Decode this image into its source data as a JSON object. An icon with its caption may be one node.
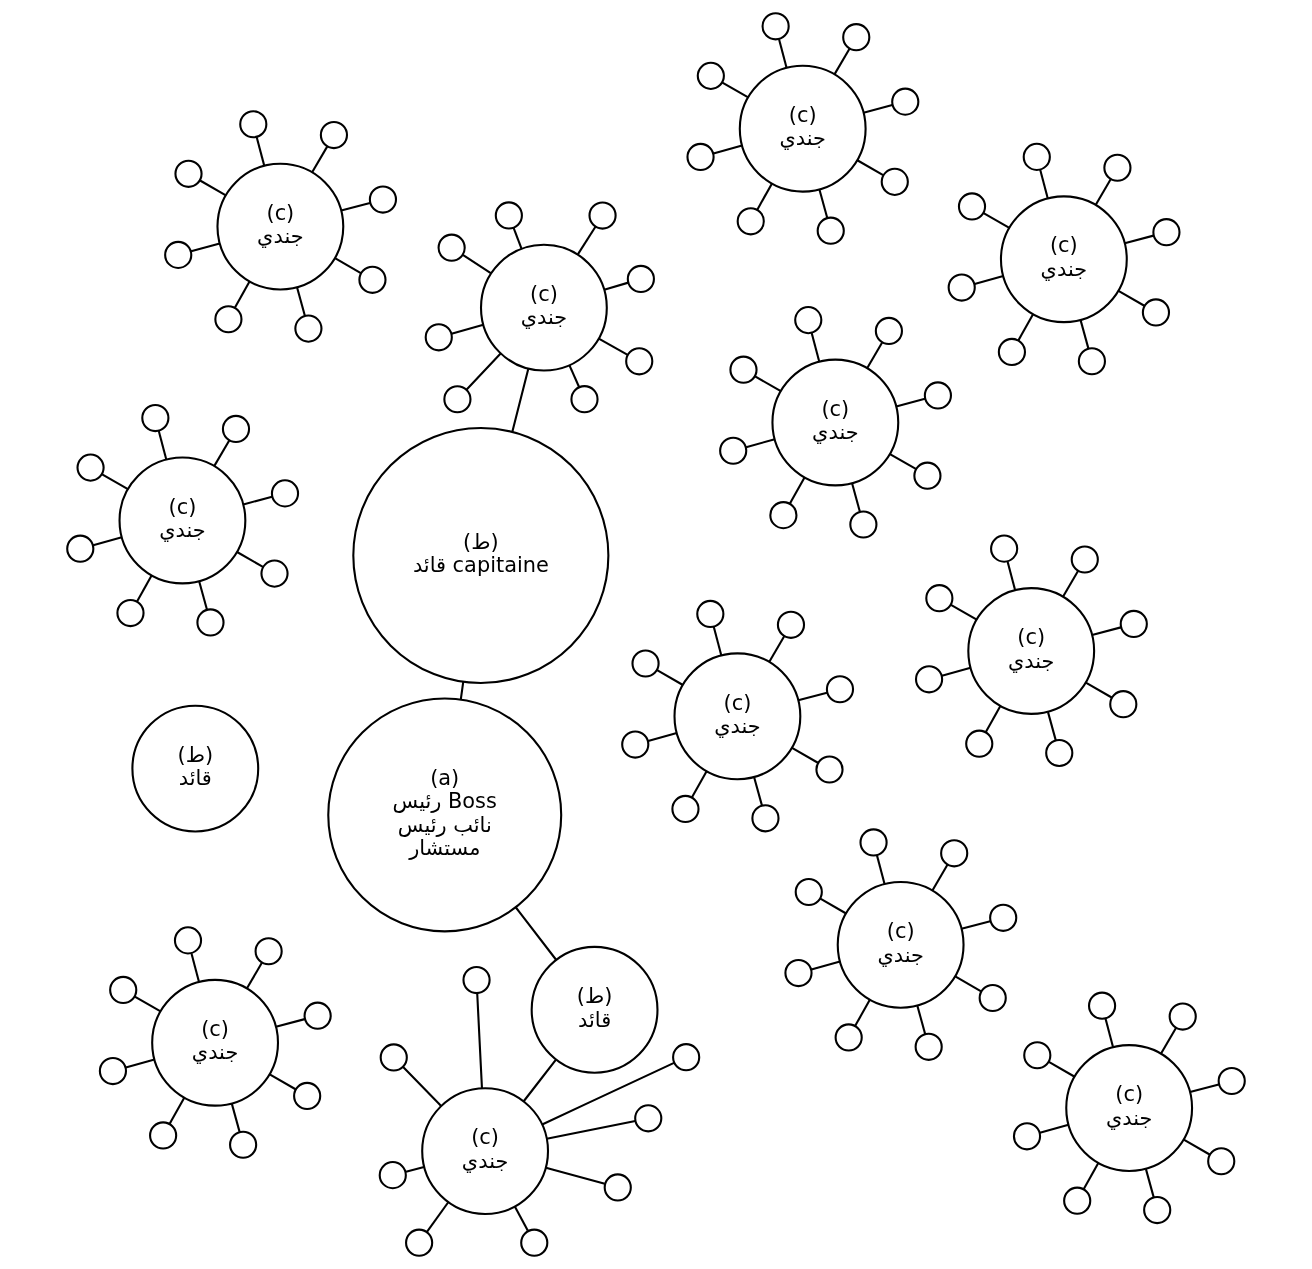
{
  "diagram": {
    "nodes": [
      {
        "text": [
          "(a)",
          "رئيس Boss",
          "نائب رئيس",
          "مستشار"
        ]
      },
      {
        "text": [
          "(ط)",
          "قائد"
        ]
      },
      {
        "text": [
          "(ط)",
          "قائد"
        ]
      },
      {
        "text": [
          "(ط)",
          "قائد capitaine"
        ]
      },
      {
        "text": [
          "(c)",
          "جندي"
        ]
      },
      {
        "text": [
          "(c)",
          "جندي"
        ]
      },
      {
        "text": [
          "(c)",
          "جندي"
        ]
      },
      {
        "text": [
          "(c)",
          "جندي"
        ]
      },
      {
        "text": [
          "(c)",
          "جندي"
        ]
      },
      {
        "text": [
          "(c)",
          "جندي"
        ]
      },
      {
        "text": [
          "(c)",
          "جندي"
        ]
      },
      {
        "text": [
          "(c)",
          "جندي"
        ]
      },
      {
        "text": [
          "(c)",
          "جندي"
        ]
      },
      {
        "text": [
          "(c)",
          "جندي"
        ]
      },
      {
        "text": [
          "(c)",
          "جندي"
        ]
      },
      {
        "text": [
          "(c)",
          "جندي"
        ]
      },
      {
        "text": [],
        "shape": "circle"
      },
      {
        "text": [],
        "shape": "circle"
      },
      {
        "text": [],
        "shape": "circle"
      },
      {
        "text": [],
        "shape": "circle"
      },
      {
        "text": [],
        "shape": "circle"
      },
      {
        "text": [],
        "shape": "circle"
      },
      {
        "text": [],
        "shape": "circle"
      },
      {
        "text": [],
        "shape": "circle"
      },
      {
        "text": [],
        "shape": "circle"
      },
      {
        "text": [],
        "shape": "circle"
      },
      {
        "text": [],
        "shape": "circle"
      },
      {
        "text": [],
        "shape": "circle"
      },
      {
        "text": [],
        "shape": "circle"
      },
      {
        "text": [],
        "shape": "circle"
      },
      {
        "text": [],
        "shape": "circle"
      },
      {
        "text": [],
        "shape": "circle"
      },
      {
        "text": [],
        "shape": "circle"
      },
      {
        "text": [],
        "shape": "circle"
      },
      {
        "text": [],
        "shape": "circle"
      },
      {
        "text": [],
        "shape": "circle"
      },
      {
        "text": [],
        "shape": "circle"
      },
      {
        "text": [],
        "shape": "circle"
      },
      {
        "text": [],
        "shape": "circle"
      },
      {
        "text": [],
        "shape": "circle"
      },
      {
        "text": [],
        "shape": "circle"
      },
      {
        "text": [],
        "shape": "circle"
      },
      {
        "text": [],
        "shape": "circle"
      },
      {
        "text": [],
        "shape": "circle"
      },
      {
        "text": [],
        "shape": "circle"
      },
      {
        "text": [],
        "shape": "circle"
      },
      {
        "text": [],
        "shape": "circle"
      },
      {
        "text": [],
        "shape": "circle"
      },
      {
        "text": [],
        "shape": "circle"
      },
      {
        "text": [],
        "shape": "circle"
      },
      {
        "text": [],
        "shape": "circle"
      },
      {
        "text": [],
        "shape": "circle"
      },
      {
        "text": [],
        "shape": "circle"
      },
      {
        "text": [],
        "shape": "circle"
      },
      {
        "text": [],
        "shape": "circle"
      },
      {
        "text": [],
        "shape": "circle"
      },
      {
        "text": [],
        "shape": "circle"
      },
      {
        "text": [],
        "shape": "circle"
      },
      {
        "text": [],
        "shape": "circle"
      },
      {
        "text": [],
        "shape": "circle"
      },
      {
        "text": [],
        "shape": "circle"
      },
      {
        "text": [],
        "shape": "circle"
      },
      {
        "text": [],
        "shape": "circle"
      },
      {
        "text": [],
        "shape": "circle"
      },
      {
        "text": [],
        "shape": "circle"
      },
      {
        "text": [],
        "shape": "circle"
      },
      {
        "text": [],
        "shape": "circle"
      },
      {
        "text": [],
        "shape": "circle"
      },
      {
        "text": [],
        "shape": "circle"
      },
      {
        "text": [],
        "shape": "circle"
      },
      {
        "text": [],
        "shape": "circle"
      },
      {
        "text": [],
        "shape": "circle"
      },
      {
        "text": [],
        "shape": "circle"
      },
      {
        "text": [],
        "shape": "circle"
      },
      {
        "text": [],
        "shape": "circle"
      },
      {
        "text": [],
        "shape": "circle"
      },
      {
        "text": [],
        "shape": "circle"
      },
      {
        "text": [],
        "shape": "circle"
      },
      {
        "text": [],
        "shape": "circle"
      },
      {
        "text": [],
        "shape": "circle"
      },
      {
        "text": [],
        "shape": "circle"
      },
      {
        "text": [],
        "shape": "circle"
      },
      {
        "text": [],
        "shape": "circle"
      },
      {
        "text": [],
        "shape": "circle"
      },
      {
        "text": [],
        "shape": "circle"
      },
      {
        "text": [],
        "shape": "circle"
      },
      {
        "text": [],
        "shape": "circle"
      },
      {
        "text": [],
        "shape": "circle"
      },
      {
        "text": [],
        "shape": "circle"
      },
      {
        "text": [],
        "shape": "circle"
      },
      {
        "text": [],
        "shape": "circle"
      },
      {
        "text": [],
        "shape": "circle"
      },
      {
        "text": [],
        "shape": "circle"
      },
      {
        "text": [],
        "shape": "circle"
      },
      {
        "text": [],
        "shape": "circle"
      },
      {
        "text": [],
        "shape": "circle"
      },
      {
        "text": [],
        "shape": "circle"
      },
      {
        "text": [],
        "shape": "circle"
      },
      {
        "text": [],
        "shape": "circle"
      },
      {
        "text": [],
        "shape": "circle"
      },
      {
        "text": [],
        "shape": "circle"
      },
      {
        "text": [],
        "shape": "circle"
      },
      {
        "text": [],
        "shape": "circle"
      },
      {
        "text": [],
        "shape": "circle"
      },
      {
        "text": [],
        "shape": "circle"
      },
      {
        "text": [],
        "shape": "circle"
      },
      {
        "text": [],
        "shape": "circle"
      },
      {
        "text": [],
        "shape": "circle"
      },
      {
        "text": [],
        "shape": "circle"
      },
      {
        "text": [],
        "shape": "circle"
      },
      {
        "text": [],
        "shape": "circle"
      },
      {
        "text": [],
        "shape": "circle"
      }
    ],
    "edges": [
      {
        "from": 0,
        "to": 2,
        "arrow": "none"
      },
      {
        "from": 0,
        "to": 3,
        "arrow": "none"
      },
      {
        "from": 3,
        "to": 12,
        "arrow": "none"
      },
      {
        "from": 2,
        "to": 7,
        "arrow": "none"
      },
      {
        "from": 4,
        "to": 16,
        "arrow": "none"
      },
      {
        "from": 4,
        "to": 17,
        "arrow": "none"
      },
      {
        "from": 4,
        "to": 18,
        "arrow": "none"
      },
      {
        "from": 4,
        "to": 19,
        "arrow": "none"
      },
      {
        "from": 4,
        "to": 20,
        "arrow": "none"
      },
      {
        "from": 4,
        "to": 21,
        "arrow": "none"
      },
      {
        "from": 4,
        "to": 22,
        "arrow": "none"
      },
      {
        "from": 4,
        "to": 23,
        "arrow": "none"
      },
      {
        "from": 5,
        "to": 24,
        "arrow": "none"
      },
      {
        "from": 5,
        "to": 25,
        "arrow": "none"
      },
      {
        "from": 5,
        "to": 26,
        "arrow": "none"
      },
      {
        "from": 5,
        "to": 27,
        "arrow": "none"
      },
      {
        "from": 5,
        "to": 28,
        "arrow": "none"
      },
      {
        "from": 5,
        "to": 29,
        "arrow": "none"
      },
      {
        "from": 5,
        "to": 30,
        "arrow": "none"
      },
      {
        "from": 5,
        "to": 31,
        "arrow": "none"
      },
      {
        "from": 6,
        "to": 32,
        "arrow": "none"
      },
      {
        "from": 6,
        "to": 33,
        "arrow": "none"
      },
      {
        "from": 6,
        "to": 34,
        "arrow": "none"
      },
      {
        "from": 6,
        "to": 35,
        "arrow": "none"
      },
      {
        "from": 6,
        "to": 36,
        "arrow": "none"
      },
      {
        "from": 6,
        "to": 37,
        "arrow": "none"
      },
      {
        "from": 6,
        "to": 38,
        "arrow": "none"
      },
      {
        "from": 6,
        "to": 39,
        "arrow": "none"
      },
      {
        "from": 7,
        "to": 40,
        "arrow": "none"
      },
      {
        "from": 7,
        "to": 41,
        "arrow": "none"
      },
      {
        "from": 7,
        "to": 42,
        "arrow": "none"
      },
      {
        "from": 7,
        "to": 43,
        "arrow": "none"
      },
      {
        "from": 7,
        "to": 44,
        "arrow": "none"
      },
      {
        "from": 7,
        "to": 45,
        "arrow": "none"
      },
      {
        "from": 7,
        "to": 46,
        "arrow": "none"
      },
      {
        "from": 7,
        "to": 47,
        "arrow": "none"
      },
      {
        "from": 8,
        "to": 48,
        "arrow": "none"
      },
      {
        "from": 8,
        "to": 49,
        "arrow": "none"
      },
      {
        "from": 8,
        "to": 50,
        "arrow": "none"
      },
      {
        "from": 8,
        "to": 51,
        "arrow": "none"
      },
      {
        "from": 8,
        "to": 52,
        "arrow": "none"
      },
      {
        "from": 8,
        "to": 53,
        "arrow": "none"
      },
      {
        "from": 8,
        "to": 54,
        "arrow": "none"
      },
      {
        "from": 8,
        "to": 55,
        "arrow": "none"
      },
      {
        "from": 9,
        "to": 56,
        "arrow": "none"
      },
      {
        "from": 9,
        "to": 57,
        "arrow": "none"
      },
      {
        "from": 9,
        "to": 58,
        "arrow": "none"
      },
      {
        "from": 9,
        "to": 59,
        "arrow": "none"
      },
      {
        "from": 9,
        "to": 60,
        "arrow": "none"
      },
      {
        "from": 9,
        "to": 61,
        "arrow": "none"
      },
      {
        "from": 9,
        "to": 62,
        "arrow": "none"
      },
      {
        "from": 9,
        "to": 63,
        "arrow": "none"
      },
      {
        "from": 10,
        "to": 64,
        "arrow": "none"
      },
      {
        "from": 10,
        "to": 65,
        "arrow": "none"
      },
      {
        "from": 10,
        "to": 66,
        "arrow": "none"
      },
      {
        "from": 10,
        "to": 67,
        "arrow": "none"
      },
      {
        "from": 10,
        "to": 68,
        "arrow": "none"
      },
      {
        "from": 10,
        "to": 69,
        "arrow": "none"
      },
      {
        "from": 10,
        "to": 70,
        "arrow": "none"
      },
      {
        "from": 10,
        "to": 71,
        "arrow": "none"
      },
      {
        "from": 11,
        "to": 72,
        "arrow": "none"
      },
      {
        "from": 11,
        "to": 73,
        "arrow": "none"
      },
      {
        "from": 11,
        "to": 74,
        "arrow": "none"
      },
      {
        "from": 11,
        "to": 75,
        "arrow": "none"
      },
      {
        "from": 11,
        "to": 76,
        "arrow": "none"
      },
      {
        "from": 11,
        "to": 77,
        "arrow": "none"
      },
      {
        "from": 11,
        "to": 78,
        "arrow": "none"
      },
      {
        "from": 11,
        "to": 79,
        "arrow": "none"
      },
      {
        "from": 12,
        "to": 80,
        "arrow": "none"
      },
      {
        "from": 12,
        "to": 81,
        "arrow": "none"
      },
      {
        "from": 12,
        "to": 82,
        "arrow": "none"
      },
      {
        "from": 12,
        "to": 83,
        "arrow": "none"
      },
      {
        "from": 12,
        "to": 84,
        "arrow": "none"
      },
      {
        "from": 12,
        "to": 85,
        "arrow": "none"
      },
      {
        "from": 12,
        "to": 86,
        "arrow": "none"
      },
      {
        "from": 12,
        "to": 87,
        "arrow": "none"
      },
      {
        "from": 13,
        "to": 88,
        "arrow": "none"
      },
      {
        "from": 13,
        "to": 89,
        "arrow": "none"
      },
      {
        "from": 13,
        "to": 90,
        "arrow": "none"
      },
      {
        "from": 13,
        "to": 91,
        "arrow": "none"
      },
      {
        "from": 13,
        "to": 92,
        "arrow": "none"
      },
      {
        "from": 13,
        "to": 93,
        "arrow": "none"
      },
      {
        "from": 13,
        "to": 94,
        "arrow": "none"
      },
      {
        "from": 13,
        "to": 95,
        "arrow": "none"
      },
      {
        "from": 14,
        "to": 96,
        "arrow": "none"
      },
      {
        "from": 14,
        "to": 97,
        "arrow": "none"
      },
      {
        "from": 14,
        "to": 98,
        "arrow": "none"
      },
      {
        "from": 14,
        "to": 99,
        "arrow": "none"
      },
      {
        "from": 14,
        "to": 100,
        "arrow": "none"
      },
      {
        "from": 14,
        "to": 101,
        "arrow": "none"
      },
      {
        "from": 14,
        "to": 102,
        "arrow": "none"
      },
      {
        "from": 14,
        "to": 103,
        "arrow": "none"
      },
      {
        "from": 15,
        "to": 104,
        "arrow": "none"
      },
      {
        "from": 15,
        "to": 105,
        "arrow": "none"
      },
      {
        "from": 15,
        "to": 106,
        "arrow": "none"
      },
      {
        "from": 15,
        "to": 107,
        "arrow": "none"
      },
      {
        "from": 15,
        "to": 108,
        "arrow": "none"
      },
      {
        "from": 15,
        "to": 109,
        "arrow": "none"
      },
      {
        "from": 15,
        "to": 110,
        "arrow": "none"
      },
      {
        "from": 15,
        "to": 111,
        "arrow": "none"
      }
    ]
  }
}
